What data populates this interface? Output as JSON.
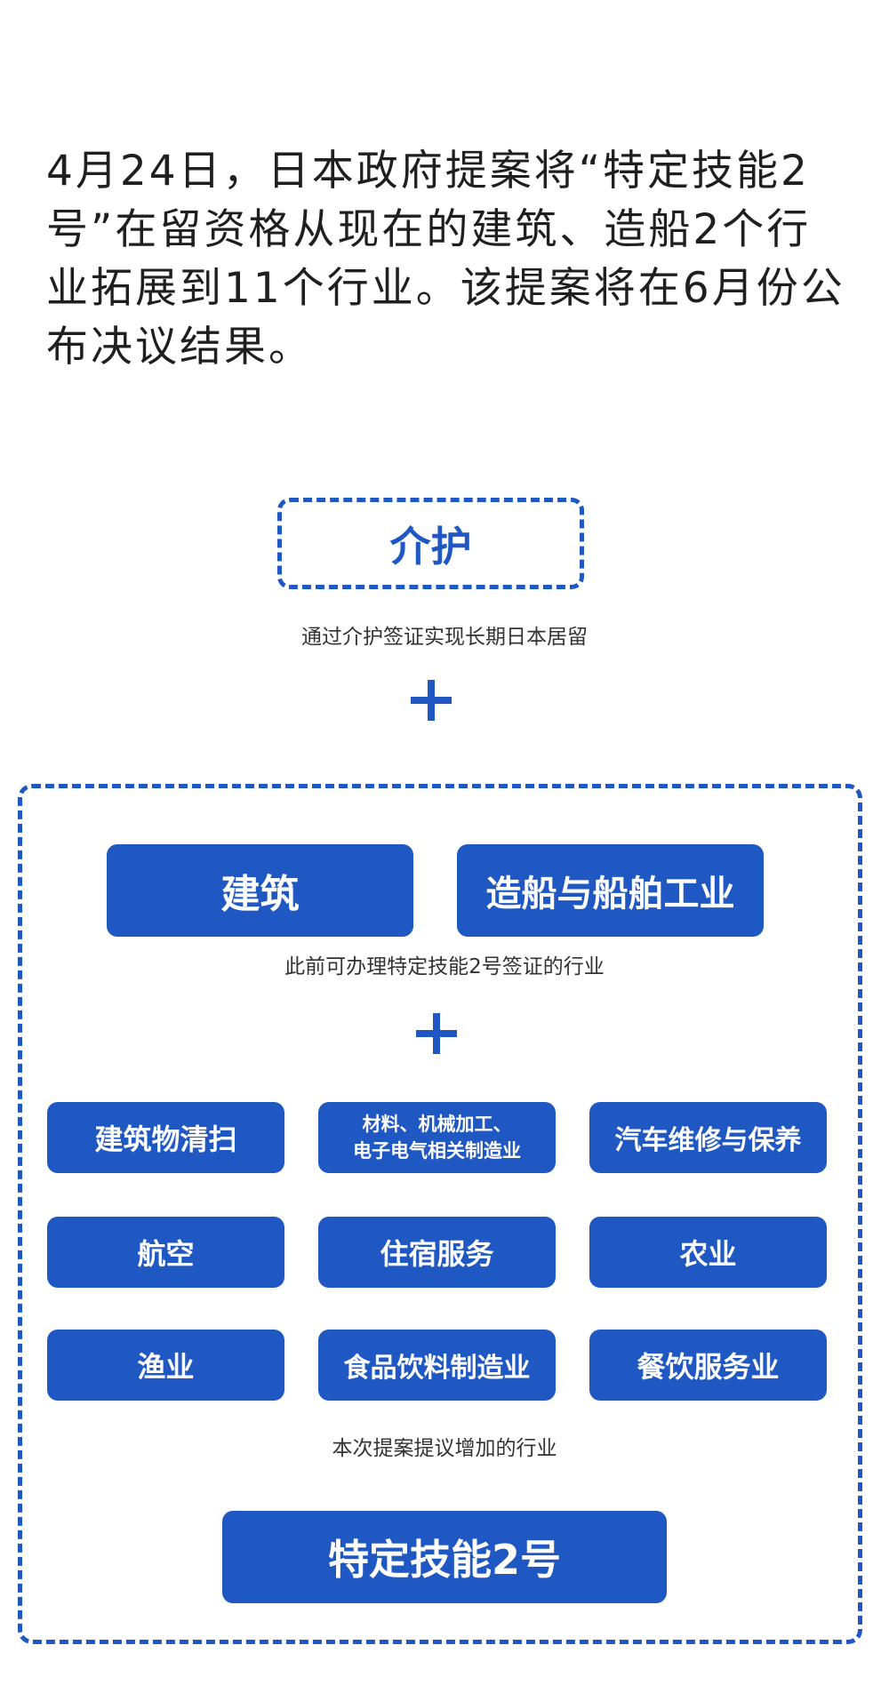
{
  "intro_text": "4月24日，日本政府提案将“特定技能2号”在留资格从现在的建筑、造船2个行业拓展到11个行业。该提案将在6月份公布决议结果。",
  "kaigo": {
    "label": "介护",
    "caption": "通过介护签证实现长期日本居留"
  },
  "existing": {
    "items": [
      "建筑",
      "造船与船舶工业"
    ],
    "caption": "此前可办理特定技能2号签证的行业"
  },
  "proposed": {
    "items": [
      {
        "line1": "建筑物清扫"
      },
      {
        "line1": "材料、机械加工、",
        "line2": "电子电气相关制造业"
      },
      {
        "line1": "汽车维修与保养"
      },
      {
        "line1": "航空"
      },
      {
        "line1": "住宿服务"
      },
      {
        "line1": "农业"
      },
      {
        "line1": "渔业"
      },
      {
        "line1": "食品饮料制造业"
      },
      {
        "line1": "餐饮服务业"
      }
    ],
    "caption": "本次提案提议增加的行业"
  },
  "final_label": "特定技能2号",
  "colors": {
    "accent": "#1f57c3",
    "text": "#1f1f1f",
    "background": "#ffffff"
  },
  "icons": [
    "plus-icon",
    "plus-icon"
  ]
}
